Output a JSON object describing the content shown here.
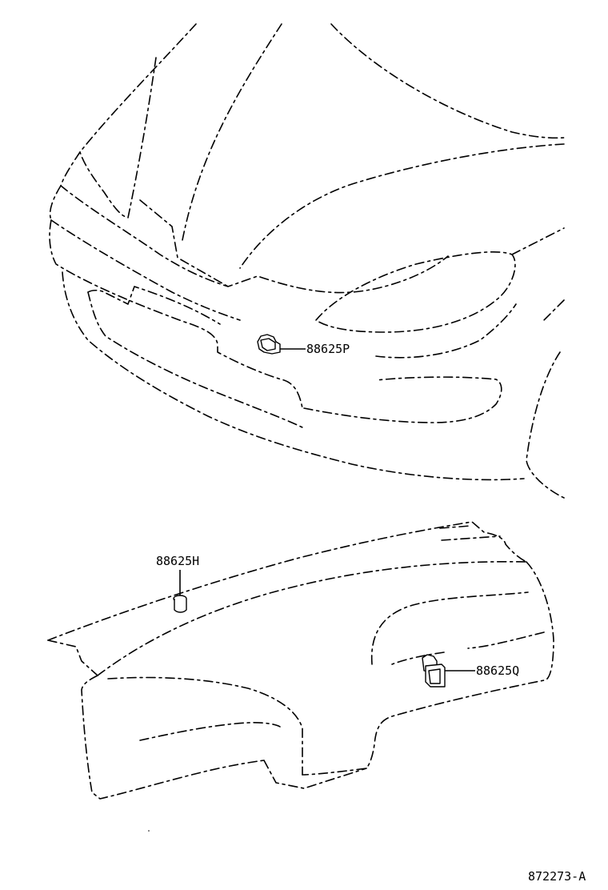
{
  "labels": {
    "p": "88625P",
    "h": "88625H",
    "q": "88625Q"
  },
  "figure_id": "872273-A"
}
